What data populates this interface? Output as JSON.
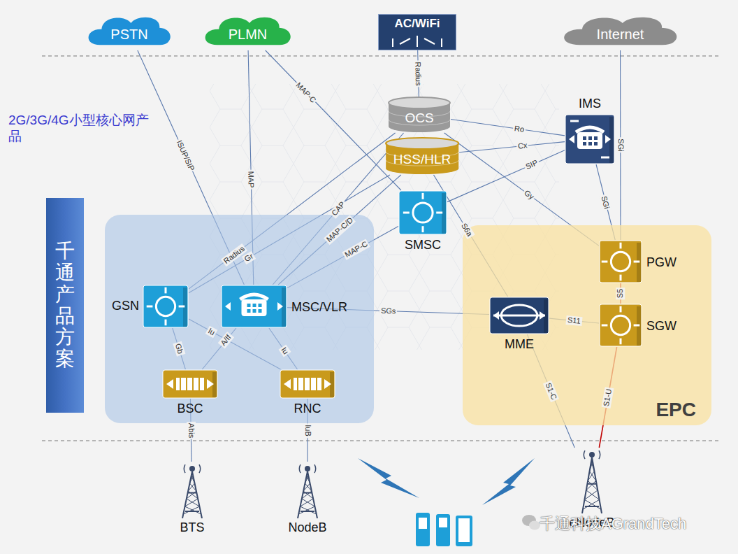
{
  "diagram": {
    "nodes": [
      {
        "text": [
          "PSTN"
        ]
      },
      {
        "text": [
          "PLMN"
        ]
      },
      {
        "text": [
          "AC/WiFi"
        ]
      },
      {
        "text": [
          "Internet"
        ]
      },
      {
        "text": [
          "OCS"
        ]
      },
      {
        "text": [
          "IMS"
        ]
      },
      {
        "text": [
          "HSS/HLR"
        ]
      },
      {
        "text": [
          "SMSC"
        ]
      },
      {
        "text": [
          "千通产品方案"
        ]
      },
      {
        "text": []
      },
      {
        "text": [
          "GSN"
        ],
        "in": 9
      },
      {
        "text": [
          "MSC/VLR"
        ],
        "in": 9
      },
      {
        "text": [
          "BSC"
        ],
        "in": 9
      },
      {
        "text": [
          "RNC"
        ],
        "in": 9
      },
      {
        "text": [
          "EPC"
        ]
      },
      {
        "text": [
          "PGW"
        ],
        "in": 14
      },
      {
        "text": [
          "MME"
        ],
        "in": 14
      },
      {
        "text": [
          "SGW"
        ],
        "in": 14
      },
      {
        "text": [
          "BTS"
        ]
      },
      {
        "text": [
          "NodeB"
        ]
      },
      {
        "text": [
          "eNodeB"
        ]
      }
    ],
    "edges": [
      {
        "from": 0,
        "to": 11,
        "arrow": "none",
        "label": "ISUP/SIP"
      },
      {
        "from": 1,
        "to": 11,
        "arrow": "none",
        "label": "MAP"
      },
      {
        "from": 1,
        "to": 7,
        "arrow": "none",
        "label": "MAP-C"
      },
      {
        "from": 2,
        "to": 4,
        "arrow": "none",
        "label": "Radius"
      },
      {
        "from": 10,
        "to": 4,
        "arrow": "none",
        "label": "Radius"
      },
      {
        "from": 10,
        "to": 6,
        "arrow": "none",
        "label": "Gr"
      },
      {
        "from": 11,
        "to": 4,
        "arrow": "none",
        "label": "CAP"
      },
      {
        "from": 11,
        "to": 6,
        "arrow": "none",
        "label": "MAP-C/D"
      },
      {
        "from": 11,
        "to": 7,
        "arrow": "none",
        "label": "MAP-C"
      },
      {
        "from": 4,
        "to": 5,
        "arrow": "none",
        "label": "Ro"
      },
      {
        "from": 6,
        "to": 5,
        "arrow": "none",
        "label": "Cx"
      },
      {
        "from": 7,
        "to": 5,
        "arrow": "none",
        "label": "SIP"
      },
      {
        "from": 4,
        "to": 15,
        "arrow": "none",
        "label": "Gy"
      },
      {
        "from": 5,
        "to": 15,
        "arrow": "none",
        "label": "SGi"
      },
      {
        "from": 3,
        "to": 15,
        "arrow": "none",
        "label": "SGi"
      },
      {
        "from": 6,
        "to": 16,
        "arrow": "none",
        "label": "S6a"
      },
      {
        "from": 11,
        "to": 16,
        "arrow": "none",
        "label": "SGs"
      },
      {
        "from": 16,
        "to": 17,
        "arrow": "none",
        "label": "S11"
      },
      {
        "from": 17,
        "to": 15,
        "arrow": "none",
        "label": "S5"
      },
      {
        "from": 16,
        "to": 20,
        "arrow": "none",
        "label": "S1-C"
      },
      {
        "from": 17,
        "to": 20,
        "arrow": "none",
        "label": "S1-U"
      },
      {
        "from": 10,
        "to": 12,
        "arrow": "none",
        "label": "Gb"
      },
      {
        "from": 10,
        "to": 13,
        "arrow": "none",
        "label": "Iu"
      },
      {
        "from": 11,
        "to": 12,
        "arrow": "none",
        "label": "A/If"
      },
      {
        "from": 11,
        "to": 13,
        "arrow": "none",
        "label": "Iu"
      },
      {
        "from": 12,
        "to": 18,
        "arrow": "none",
        "label": "Abis"
      },
      {
        "from": 13,
        "to": 19,
        "arrow": "none",
        "label": "IuB"
      }
    ],
    "labels": [
      "2G/3G/4G小型核心网产品",
      "千通科技AGrandTech"
    ]
  }
}
